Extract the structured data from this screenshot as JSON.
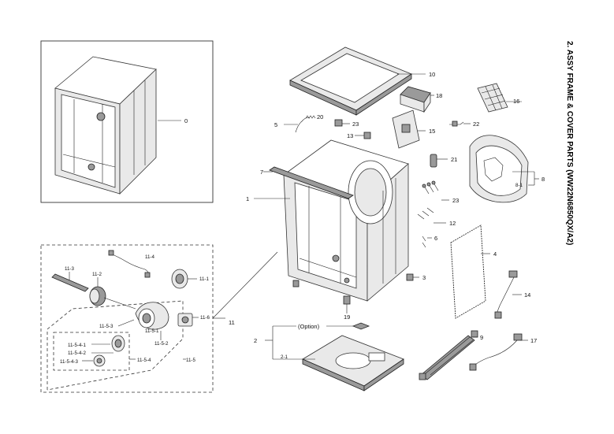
{
  "title": "2. ASSY FRAME & COVER PARTS (WW22N6850QX/A2)",
  "option_label": "(Option)",
  "callouts": {
    "c0": "0",
    "c1": "1",
    "c2": "2",
    "c2_1": "2-1",
    "c3": "3",
    "c4": "4",
    "c5": "5",
    "c6": "6",
    "c7": "7",
    "c8": "8",
    "c8_1": "8-1",
    "c9": "9",
    "c10": "10",
    "c11": "11",
    "c11_1": "11-1",
    "c11_2": "11-2",
    "c11_3": "11-3",
    "c11_4": "11-4",
    "c11_5": "11-5",
    "c11_5_1": "11-5-1",
    "c11_5_2": "11-5-2",
    "c11_5_3": "11-5-3",
    "c11_5_4": "11-5-4",
    "c11_5_4_1": "11-5-4-1",
    "c11_5_4_2": "11-5-4-2",
    "c11_5_4_3": "11-5-4-3",
    "c11_6": "11-6",
    "c12": "12",
    "c13": "13",
    "c14": "14",
    "c15": "15",
    "c16": "16",
    "c17": "17",
    "c18": "18",
    "c19": "19",
    "c20": "20",
    "c21": "21",
    "c22": "22",
    "c23a": "23",
    "c23b": "23"
  }
}
